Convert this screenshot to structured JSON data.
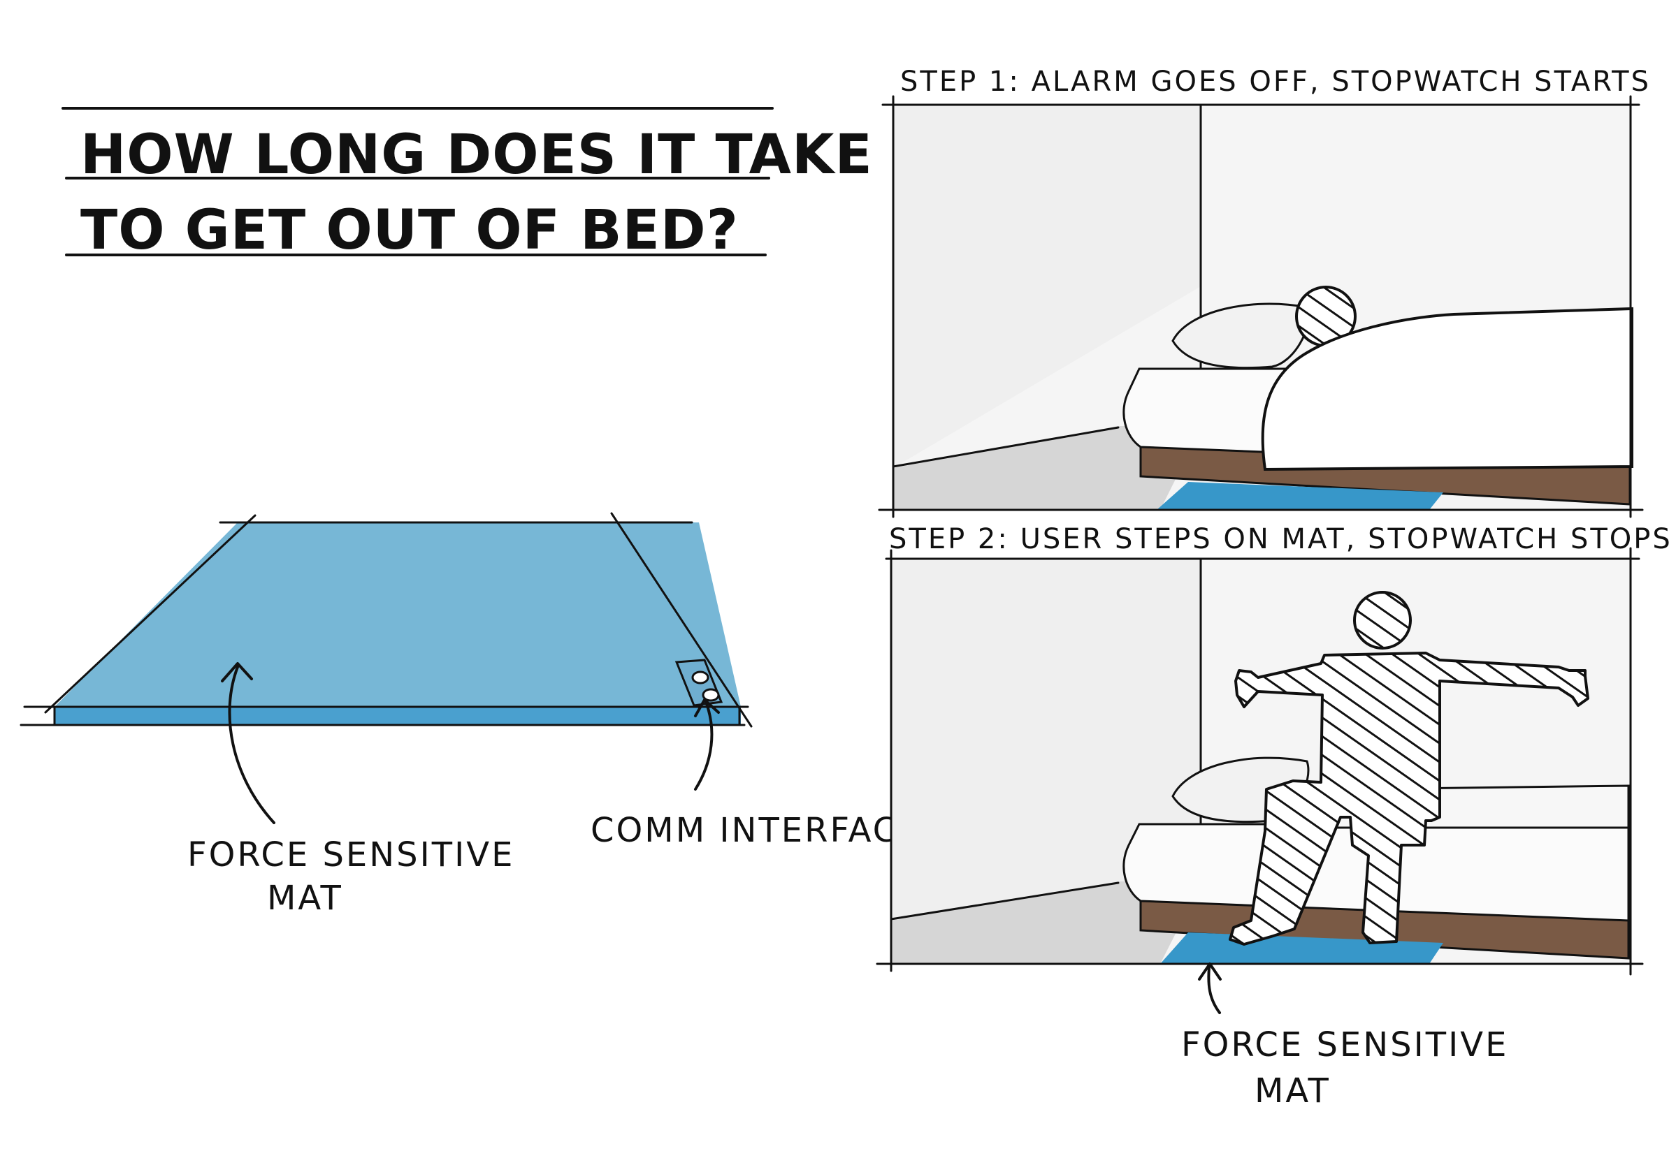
{
  "title": {
    "line1": "HOW LONG DOES IT TAKE",
    "line2": "TO GET OUT OF BED?"
  },
  "mat_callouts": {
    "mat_label_line1": "FORCE SENSITIVE",
    "mat_label_line2": "MAT",
    "interface_label": "COMM INTERFACE"
  },
  "steps": [
    {
      "label": "STEP 1: ALARM GOES OFF, STOPWATCH STARTS"
    },
    {
      "label": "STEP 2: USER STEPS ON MAT, STOPWATCH STOPS"
    }
  ],
  "bottom_callout": {
    "line1": "FORCE SENSITIVE",
    "line2": "MAT"
  },
  "colors": {
    "mat_blue": "#77b7d6",
    "mat_blue_dark": "#3797c9",
    "bed_wood": "#7a5a45",
    "floor_gray": "#d3d3d3",
    "wall_light": "#f3f3f3",
    "sheet_white": "#f7f7f7"
  }
}
